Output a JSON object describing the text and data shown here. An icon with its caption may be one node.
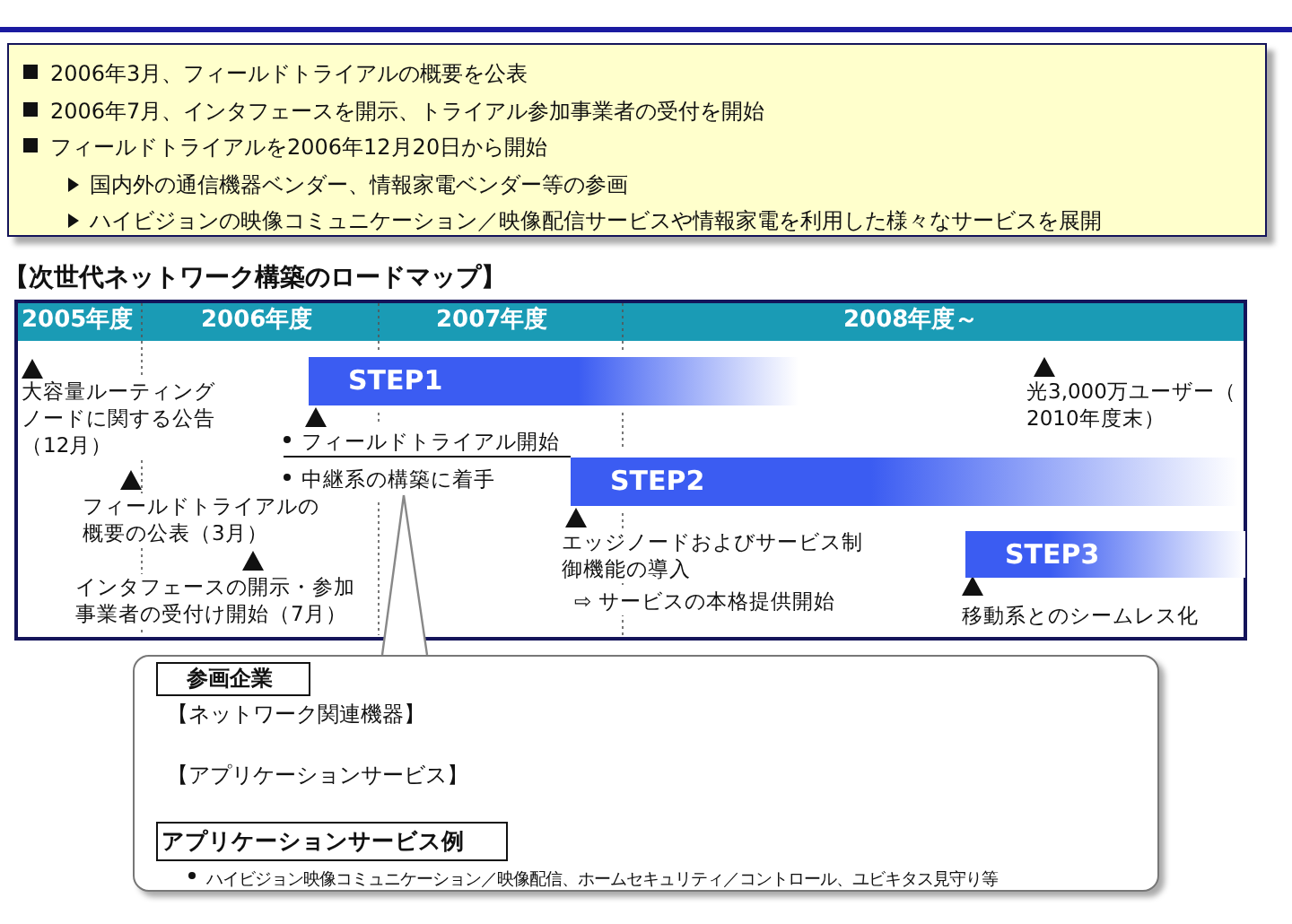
{
  "diagram": {
    "title": "【次世代ネットワーク構築のロードマップ】",
    "nodes": [
      {
        "text": [
          "2006年3月、フィールドトライアルの概要を公表",
          "2006年7月、インタフェースを開示、トライアル参加事業者の受付を開始",
          "フィールドトライアルを2006年12月20日から開始",
          "国内外の通信機器ベンダー、情報家電ベンダー等の参画",
          "ハイビジョンの映像コミュニケーション／映像配信サービスや情報家電を利用した様々なサービスを展開"
        ]
      },
      {
        "text": [
          "STEP1"
        ]
      },
      {
        "text": [
          "STEP2"
        ]
      },
      {
        "text": [
          "STEP3"
        ]
      },
      {
        "text": [
          "フィールドトライアル開始",
          "中継系の構築に着手"
        ]
      },
      {
        "text": [
          "【ネットワーク関連機器】",
          "【アプリケーションサービス】",
          "ハイビジョン映像コミュニケーション／映像配信、ホームセキュリティ／コントロール、ユビキタス見守り等"
        ]
      },
      {
        "text": [
          "参画企業"
        ],
        "in": 5
      },
      {
        "text": [
          "アプリケーションサービス例"
        ],
        "in": 5
      }
    ],
    "edges": [
      {
        "from": 5,
        "to": 4,
        "arrow": "none"
      }
    ],
    "labels": [
      "2005年度",
      "2006年度",
      "2007年度",
      "2008年度～",
      "大容量ルーティングノードに関する公告（12月）",
      "光3,000万ユーザー（2010年度末）",
      "フィールドトライアルの概要の公表（3月）",
      "エッジノードおよびサービス制御機能の導入",
      "⇨ サービスの本格提供開始",
      "インタフェースの開示・参加事業者の受付け開始（7月）",
      "移動系とのシームレス化"
    ]
  }
}
